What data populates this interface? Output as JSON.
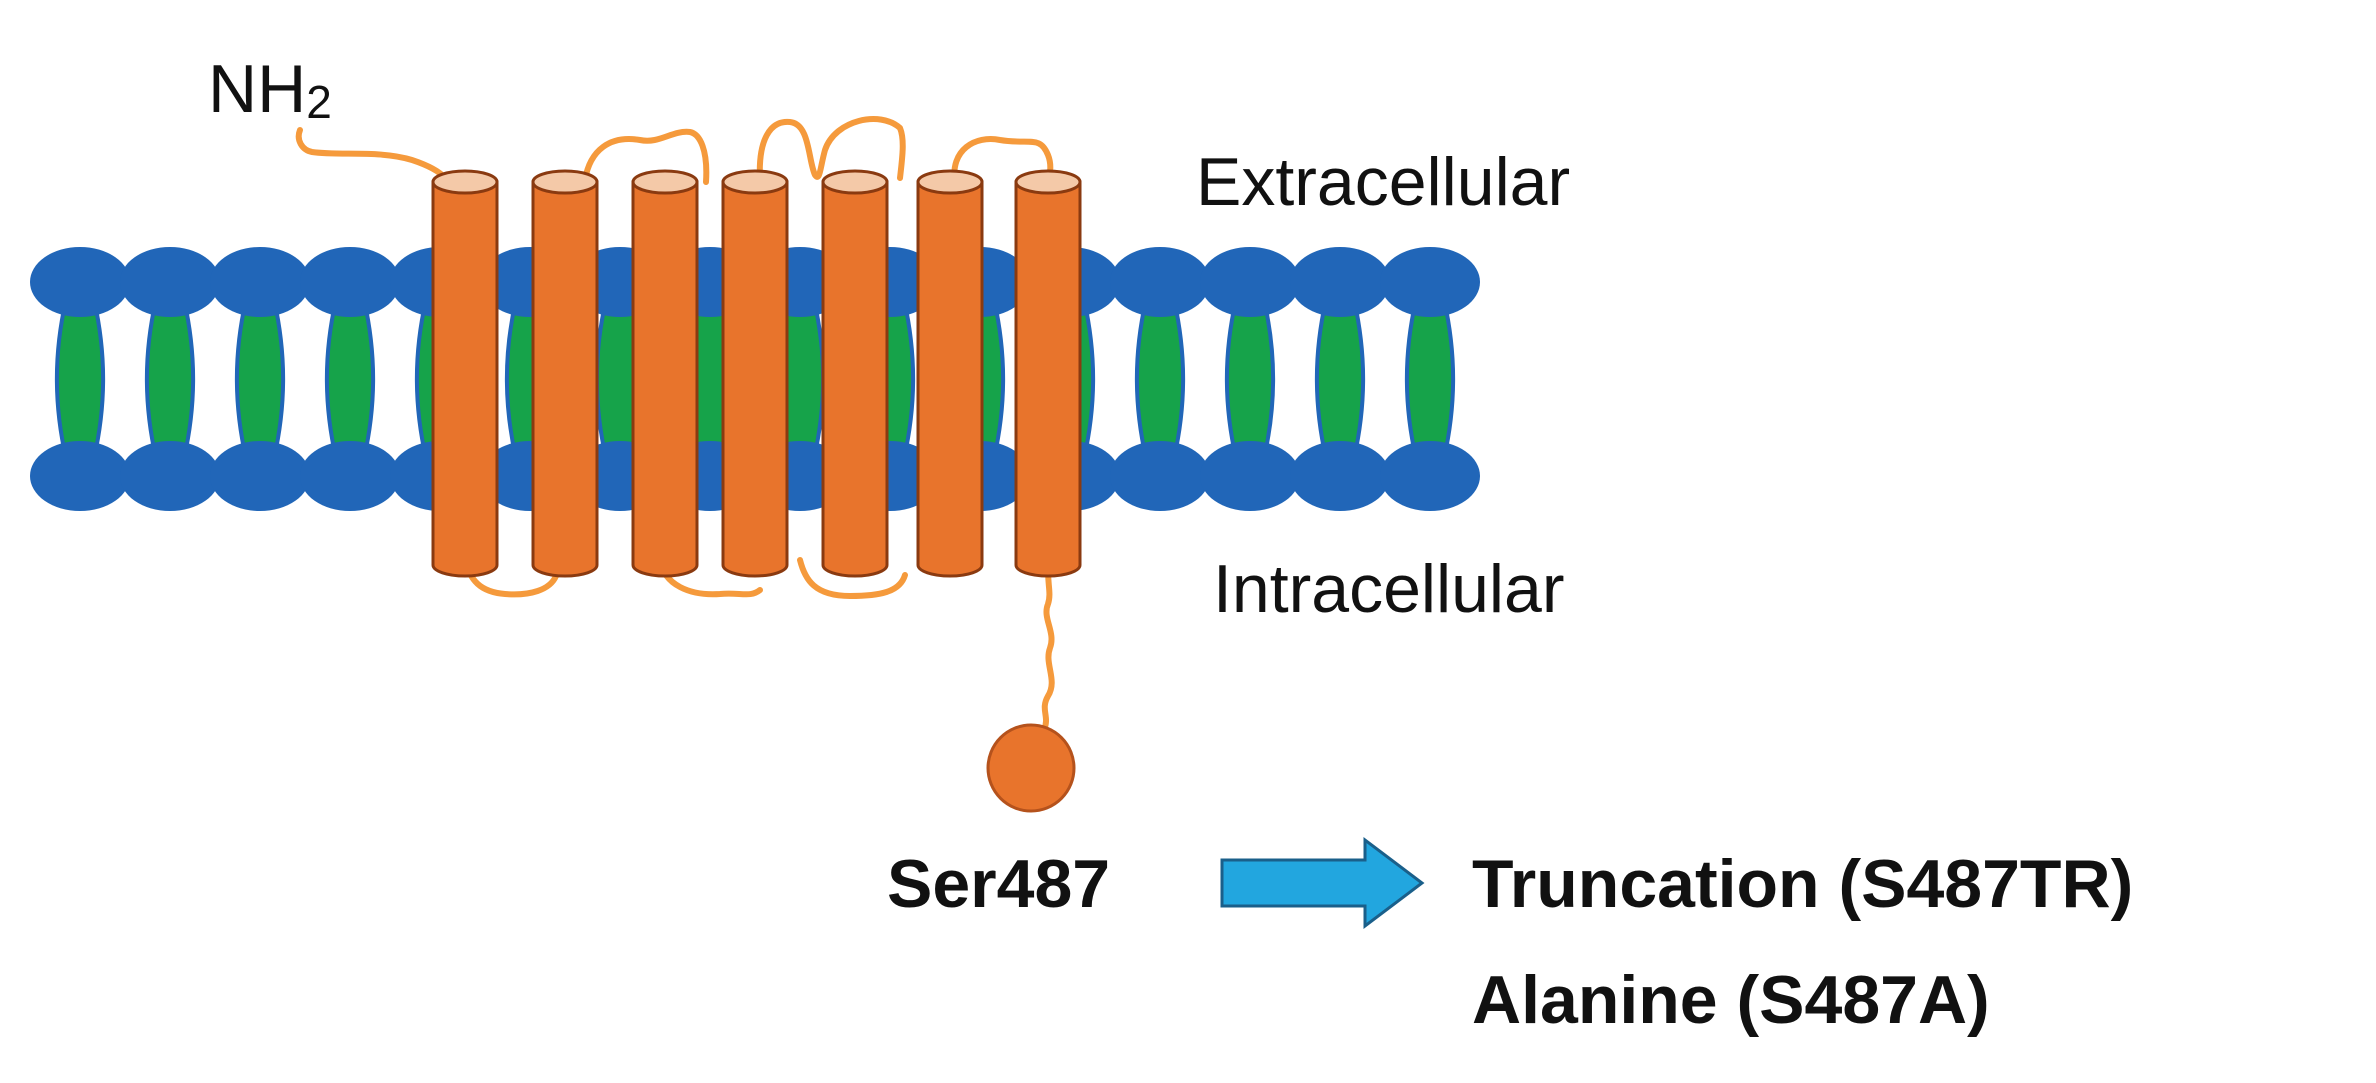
{
  "labels": {
    "n_terminus": "NH",
    "n_terminus_subscript": "2",
    "extracellular": "Extracellular",
    "intracellular": "Intracellular",
    "residue": "Ser487",
    "mutation_1": "Truncation (S487TR)",
    "mutation_2": "Alanine (S487A)"
  },
  "colors": {
    "lipid_head": "#2166b8",
    "lipid_tail": "#16a34a",
    "helix_fill": "#e8742c",
    "helix_top": "#f4c9a8",
    "helix_stroke": "#8a3a10",
    "loop": "#f59a3c",
    "arrow_fill": "#22a6df",
    "arrow_stroke": "#1a5f8a"
  },
  "membrane": {
    "lipid_count": 16
  },
  "receptor": {
    "transmembrane_helices": 7
  }
}
